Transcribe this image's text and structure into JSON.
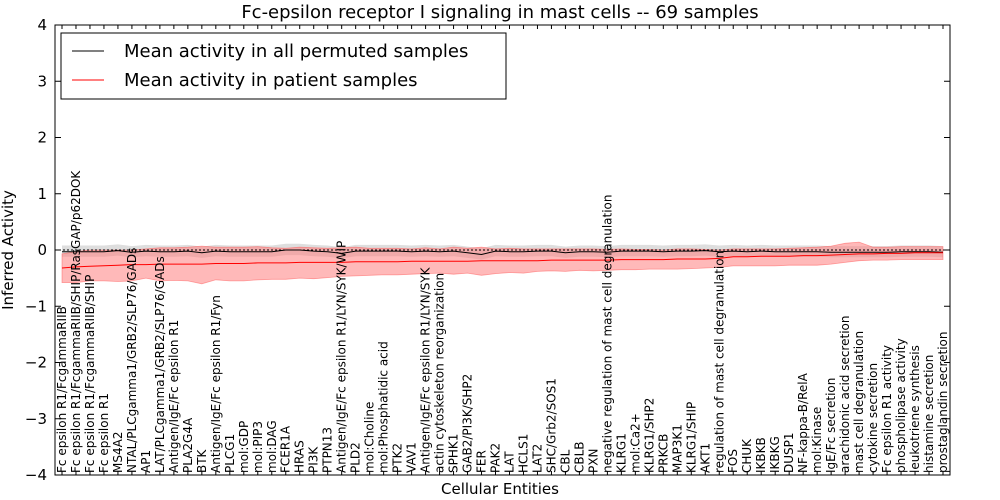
{
  "chart_data": {
    "type": "line",
    "title": "Fc-epsilon receptor I signaling in mast cells -- 69 samples",
    "xlabel": "Cellular Entities",
    "ylabel": "Inferred Activity",
    "ylim": [
      -4,
      4
    ],
    "yticks": [
      -4,
      -3,
      -2,
      -1,
      0,
      1,
      2,
      3,
      4
    ],
    "grid": false,
    "legend_position": "top-left",
    "reference_line_y": 0,
    "colors": {
      "permuted": "#000000",
      "patient": "#ff0000",
      "permuted_band": "#c8c8c8",
      "patient_band": "#ff7f7f"
    },
    "categories": [
      "Fc epsilon R1/FcgammaRIIB",
      "Fc epsilon R1/FcgammaRIIB/SHIP/RasGAP/p62DOK",
      "Fc epsilon R1/FcgammaRIIB/SHIP",
      "Fc epsilon R1",
      "MS4A2",
      "NTAL/PLCgamma1/GRB2/SLP76/GADs",
      "AP1",
      "LAT/PLCgamma1/GRB2/SLP76/GADs",
      "Antigen/IgE/Fc epsilon R1",
      "PLA2G4A",
      "BTK",
      "Antigen/IgE/Fc epsilon R1/Fyn",
      "PLCG1",
      "mol:GDP",
      "mol:PIP3",
      "mol:DAG",
      "FCER1A",
      "HRAS",
      "PI3K",
      "PTPN13",
      "Antigen/IgE/Fc epsilon R1/LYN/SYK/WIP",
      "PLD2",
      "mol:Choline",
      "mol:Phosphatidic acid",
      "PTK2",
      "VAV1",
      "Antigen/IgE/Fc epsilon R1/LYN/SYK",
      "actin cytoskeleton reorganization",
      "SPHK1",
      "GAB2/PI3K/SHP2",
      "FER",
      "PAK2",
      "LAT",
      "HCLS1",
      "LAT2",
      "SHC/Grb2/SOS1",
      "CBL",
      "CBLB",
      "PXN",
      "negative regulation of mast cell degranulation",
      "KLRG1",
      "mol:Ca2+",
      "KLRG1/SHP2",
      "PRKCB",
      "MAP3K1",
      "KLRG1/SHIP",
      "AKT1",
      "regulation of mast cell degranulation",
      "FOS",
      "CHUK",
      "IKBKB",
      "IKBKG",
      "DUSP1",
      "NF-kappa-B/RelA",
      "mol:Kinase",
      "IgE/Fc secretion",
      "arachidonic acid secretion",
      "mast cell degranulation",
      "cytokine secretion",
      "Fc epsilon R1 activity",
      "phospholipase activity",
      "leukotriene synthesis",
      "histamine secretion",
      "prostaglandin secretion"
    ],
    "series": [
      {
        "name": "Mean activity in all permuted samples",
        "values": [
          -0.03,
          -0.03,
          -0.03,
          -0.03,
          -0.01,
          -0.04,
          -0.02,
          -0.03,
          -0.03,
          -0.02,
          -0.05,
          -0.02,
          -0.03,
          -0.03,
          -0.03,
          -0.03,
          0.0,
          0.0,
          -0.02,
          -0.03,
          -0.06,
          -0.02,
          -0.02,
          -0.02,
          -0.02,
          -0.03,
          -0.02,
          -0.03,
          -0.02,
          -0.05,
          -0.08,
          -0.02,
          -0.03,
          -0.03,
          -0.02,
          -0.02,
          -0.05,
          -0.03,
          -0.03,
          -0.04,
          -0.02,
          -0.02,
          -0.02,
          -0.03,
          -0.02,
          -0.02,
          -0.01,
          -0.03,
          -0.02,
          -0.03,
          -0.02,
          -0.03,
          -0.03,
          -0.03,
          -0.03,
          -0.04,
          -0.04,
          -0.04,
          -0.04,
          -0.04,
          -0.03,
          -0.03,
          -0.03,
          -0.04
        ],
        "lower": [
          -0.12,
          -0.12,
          -0.12,
          -0.12,
          -0.1,
          -0.13,
          -0.11,
          -0.12,
          -0.12,
          -0.11,
          -0.14,
          -0.11,
          -0.12,
          -0.12,
          -0.12,
          -0.12,
          -0.09,
          -0.09,
          -0.11,
          -0.12,
          -0.15,
          -0.11,
          -0.11,
          -0.11,
          -0.11,
          -0.12,
          -0.11,
          -0.12,
          -0.11,
          -0.14,
          -0.17,
          -0.11,
          -0.12,
          -0.12,
          -0.11,
          -0.11,
          -0.14,
          -0.12,
          -0.12,
          -0.13,
          -0.11,
          -0.11,
          -0.11,
          -0.12,
          -0.11,
          -0.11,
          -0.1,
          -0.12,
          -0.11,
          -0.12,
          -0.11,
          -0.12,
          -0.12,
          -0.12,
          -0.12,
          -0.13,
          -0.13,
          -0.13,
          -0.13,
          -0.13,
          -0.12,
          -0.12,
          -0.12,
          -0.13
        ],
        "upper": [
          0.08,
          0.08,
          0.08,
          0.08,
          0.1,
          0.07,
          0.09,
          0.08,
          0.08,
          0.09,
          0.06,
          0.09,
          0.08,
          0.08,
          0.08,
          0.08,
          0.11,
          0.11,
          0.09,
          0.08,
          0.05,
          0.09,
          0.09,
          0.09,
          0.09,
          0.08,
          0.09,
          0.08,
          0.09,
          0.06,
          0.03,
          0.09,
          0.08,
          0.08,
          0.09,
          0.09,
          0.06,
          0.08,
          0.08,
          0.07,
          0.09,
          0.09,
          0.09,
          0.08,
          0.09,
          0.09,
          0.1,
          0.08,
          0.09,
          0.08,
          0.09,
          0.08,
          0.08,
          0.08,
          0.08,
          0.07,
          0.07,
          0.07,
          0.07,
          0.07,
          0.08,
          0.08,
          0.08,
          0.07
        ]
      },
      {
        "name": "Mean activity in patient samples",
        "values": [
          -0.32,
          -0.3,
          -0.29,
          -0.28,
          -0.27,
          -0.26,
          -0.26,
          -0.25,
          -0.25,
          -0.25,
          -0.25,
          -0.24,
          -0.24,
          -0.24,
          -0.23,
          -0.23,
          -0.23,
          -0.22,
          -0.22,
          -0.22,
          -0.22,
          -0.21,
          -0.21,
          -0.21,
          -0.21,
          -0.2,
          -0.2,
          -0.2,
          -0.2,
          -0.2,
          -0.19,
          -0.19,
          -0.19,
          -0.19,
          -0.19,
          -0.18,
          -0.18,
          -0.18,
          -0.18,
          -0.18,
          -0.17,
          -0.17,
          -0.17,
          -0.17,
          -0.16,
          -0.16,
          -0.16,
          -0.15,
          -0.12,
          -0.12,
          -0.11,
          -0.11,
          -0.11,
          -0.1,
          -0.1,
          -0.09,
          -0.08,
          -0.07,
          -0.07,
          -0.06,
          -0.06,
          -0.05,
          -0.05,
          -0.05
        ],
        "lower": [
          -0.58,
          -0.58,
          -0.55,
          -0.55,
          -0.56,
          -0.55,
          -0.5,
          -0.55,
          -0.54,
          -0.55,
          -0.6,
          -0.53,
          -0.55,
          -0.55,
          -0.53,
          -0.52,
          -0.52,
          -0.5,
          -0.51,
          -0.49,
          -0.47,
          -0.46,
          -0.45,
          -0.44,
          -0.44,
          -0.43,
          -0.42,
          -0.41,
          -0.43,
          -0.41,
          -0.45,
          -0.42,
          -0.4,
          -0.41,
          -0.38,
          -0.37,
          -0.38,
          -0.36,
          -0.37,
          -0.36,
          -0.35,
          -0.35,
          -0.34,
          -0.34,
          -0.34,
          -0.33,
          -0.32,
          -0.31,
          -0.28,
          -0.28,
          -0.28,
          -0.28,
          -0.27,
          -0.27,
          -0.27,
          -0.25,
          -0.22,
          -0.19,
          -0.18,
          -0.18,
          -0.17,
          -0.17,
          -0.17,
          -0.17
        ],
        "upper": [
          -0.07,
          -0.03,
          0.0,
          0.0,
          0.0,
          0.0,
          0.02,
          0.04,
          0.04,
          0.05,
          0.07,
          0.05,
          0.05,
          0.05,
          0.06,
          0.04,
          0.03,
          0.05,
          0.04,
          0.03,
          0.04,
          0.05,
          0.03,
          0.03,
          0.03,
          0.02,
          0.04,
          0.02,
          0.05,
          0.03,
          0.05,
          0.02,
          0.03,
          0.02,
          0.02,
          0.02,
          0.02,
          0.02,
          0.02,
          0.01,
          0.02,
          0.01,
          0.01,
          0.0,
          0.02,
          0.02,
          0.01,
          0.0,
          0.02,
          0.02,
          0.02,
          0.02,
          0.03,
          0.04,
          0.05,
          0.07,
          0.12,
          0.14,
          0.05,
          0.05,
          0.06,
          0.06,
          0.06,
          0.06
        ]
      }
    ]
  }
}
